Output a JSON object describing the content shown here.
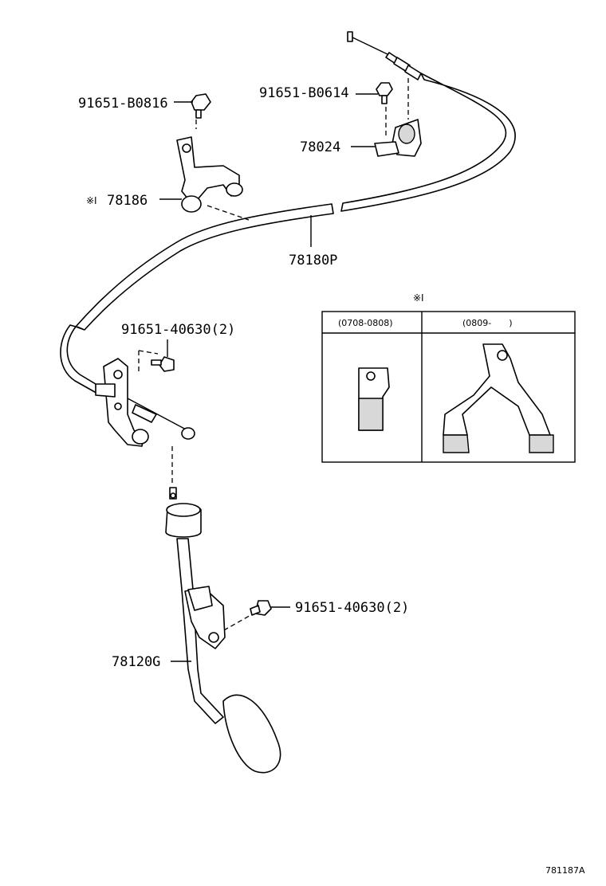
{
  "parts": {
    "bolt_top_left": "91651-B0816",
    "bolt_top_right": "91651-B0614",
    "clamp": "78024",
    "bracket_note": "※Ⅰ",
    "bracket": "78186",
    "cable": "78180P",
    "bolt_mid": "91651-40630(2)",
    "bolt_lower": "91651-40630(2)",
    "pedal": "78120G"
  },
  "variant_table": {
    "note": "※Ⅰ",
    "col1_header": "(0708-0808)",
    "col2_header": "(0809-　　)"
  },
  "diagram_code": "781187A"
}
